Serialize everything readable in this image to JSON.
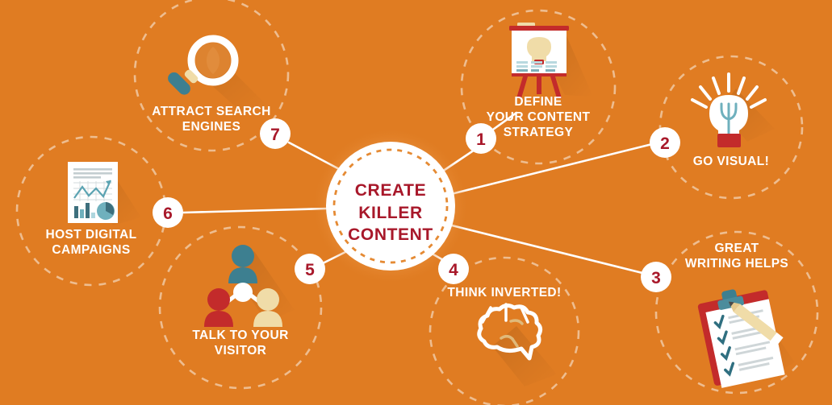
{
  "theme": {
    "background": "#e07c22",
    "label_color": "#ffffff",
    "accent_red": "#a8182a",
    "badge_fill": "#ffffff",
    "connector_color": "#ffffff",
    "dashed_ring_color": "#f0c9a3",
    "center_circle_fill": "#ffffff",
    "center_dash_color": "#e58a33",
    "icon_teal": "#3d7f90",
    "icon_red": "#c32b2b",
    "icon_cream": "#f0dca8"
  },
  "center": {
    "label": "CREATE\nKILLER\nCONTENT"
  },
  "nodes": [
    {
      "number": "1",
      "label": "DEFINE\nYOUR CONTENT\nSTRATEGY",
      "icon": "easel-lightbulb-icon"
    },
    {
      "number": "2",
      "label": "GO VISUAL!",
      "icon": "lightbulb-rays-icon"
    },
    {
      "number": "3",
      "label": "GREAT\nWRITING HELPS",
      "icon": "clipboard-checklist-icon"
    },
    {
      "number": "4",
      "label": "THINK INVERTED!",
      "icon": "brain-icon"
    },
    {
      "number": "5",
      "label": "TALK TO YOUR\nVISITOR",
      "icon": "people-network-icon"
    },
    {
      "number": "6",
      "label": "HOST DIGITAL\nCAMPAIGNS",
      "icon": "report-charts-icon"
    },
    {
      "number": "7",
      "label": "ATTRACT SEARCH\nENGINES",
      "icon": "magnifier-icon"
    }
  ]
}
